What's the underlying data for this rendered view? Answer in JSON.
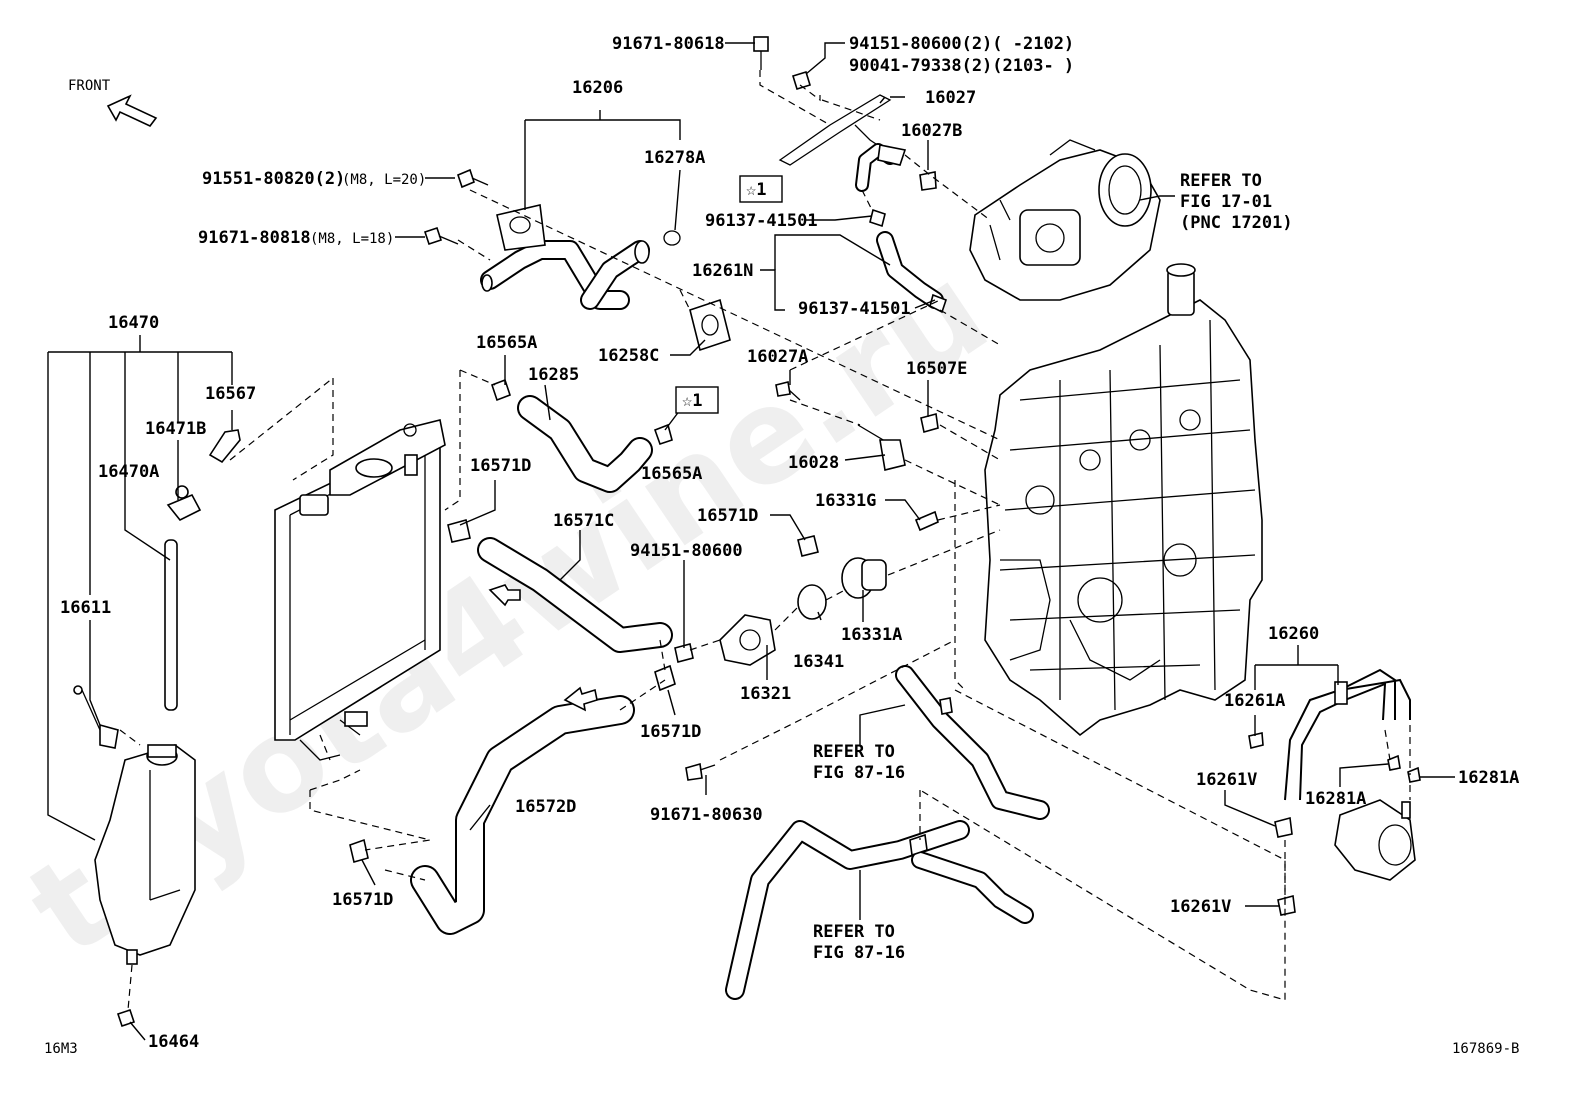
{
  "watermark": "toyota4wine.ru",
  "front_label": "FRONT",
  "corner_left": "16M3",
  "corner_right": "167869-B",
  "refer": {
    "fig1701_l1": "REFER TO",
    "fig1701_l2": "FIG 17-01",
    "fig1701_l3": "(PNC 17201)",
    "fig8716a_l1": "REFER TO",
    "fig8716a_l2": "FIG 87-16",
    "fig8716b_l1": "REFER TO",
    "fig8716b_l2": "FIG 87-16"
  },
  "labels": {
    "p91671_80618": "91671-80618",
    "p94151_80600_2": "94151-80600(2)(      -2102)",
    "p90041_79338": "90041-79338(2)(2103-      )",
    "p16027": "16027",
    "p16027B": "16027B",
    "p16206": "16206",
    "p16278A": "16278A",
    "p91551": "91551-80820(2)",
    "p91551_spec": "(M8, L=20)",
    "p91671_80818": "91671-80818",
    "p91671_80818_spec": "(M8, L=18)",
    "star1_a": "☆1",
    "star1_b": "☆1",
    "p96137_a": "96137-41501",
    "p96137_b": "96137-41501",
    "p16261N": "16261N",
    "p16258C": "16258C",
    "p16470": "16470",
    "p16565A_a": "16565A",
    "p16285": "16285",
    "p16567": "16567",
    "p16471B": "16471B",
    "p16470A": "16470A",
    "p16565A_b": "16565A",
    "p16027A": "16027A",
    "p16507E": "16507E",
    "p16571D_a": "16571D",
    "p16028": "16028",
    "p16331G": "16331G",
    "p16571C": "16571C",
    "p16571D_b": "16571D",
    "p94151_80600": "94151-80600",
    "p16611": "16611",
    "p16341": "16341",
    "p16331A": "16331A",
    "p16321": "16321",
    "p16571D_c": "16571D",
    "p16260": "16260",
    "p16261A": "16261A",
    "p16572D": "16572D",
    "p91671_80630": "91671-80630",
    "p16261V_a": "16261V",
    "p16281A_a": "16281A",
    "p16281A_b": "16281A",
    "p16571D_d": "16571D",
    "p16261V_b": "16261V",
    "p16464": "16464"
  }
}
